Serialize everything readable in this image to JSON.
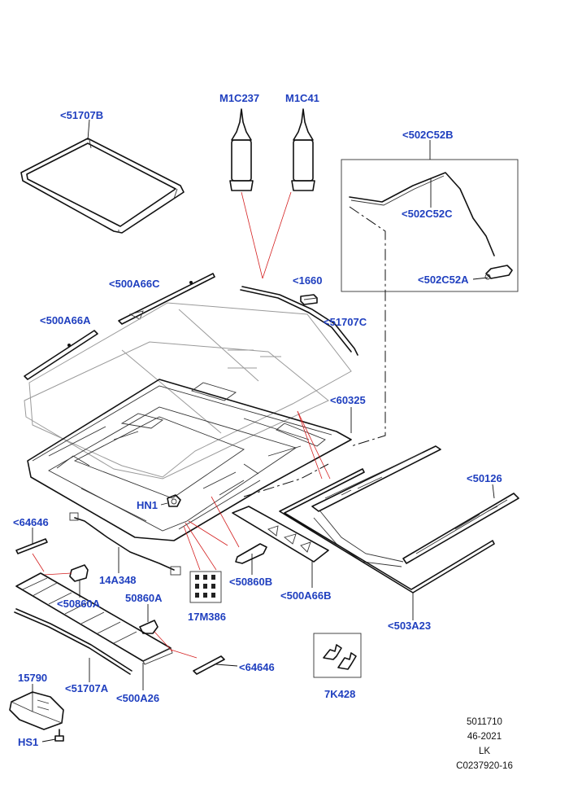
{
  "labels": {
    "p51707B": "<51707B",
    "m1c237": "M1C237",
    "m1c41": "M1C41",
    "p502C52B": "<502C52B",
    "p502C52C": "<502C52C",
    "p502C52A": "<502C52A",
    "p500A66C": "<500A66C",
    "p1660": "<1660",
    "p500A66A": "<500A66A",
    "p51707C": "<51707C",
    "p60325": "<60325",
    "p50126": "<50126",
    "hn1": "HN1",
    "p64646_top": "<64646",
    "p14A348": "14A348",
    "p50860B": "<50860B",
    "p500A66B": "<500A66B",
    "p50860A_left": "<50860A",
    "p50860A_mid": "50860A",
    "m17M386": "17M386",
    "p503A23": "<503A23",
    "p64646_bottom": "<64646",
    "p7K428": "7K428",
    "p15790": "15790",
    "p51707A": "<51707A",
    "p500A26": "<500A26",
    "hs1": "HS1"
  },
  "footer": {
    "line1": "5011710",
    "line2": "46-2021",
    "line3": "LK",
    "line4": "C0237920-16"
  }
}
